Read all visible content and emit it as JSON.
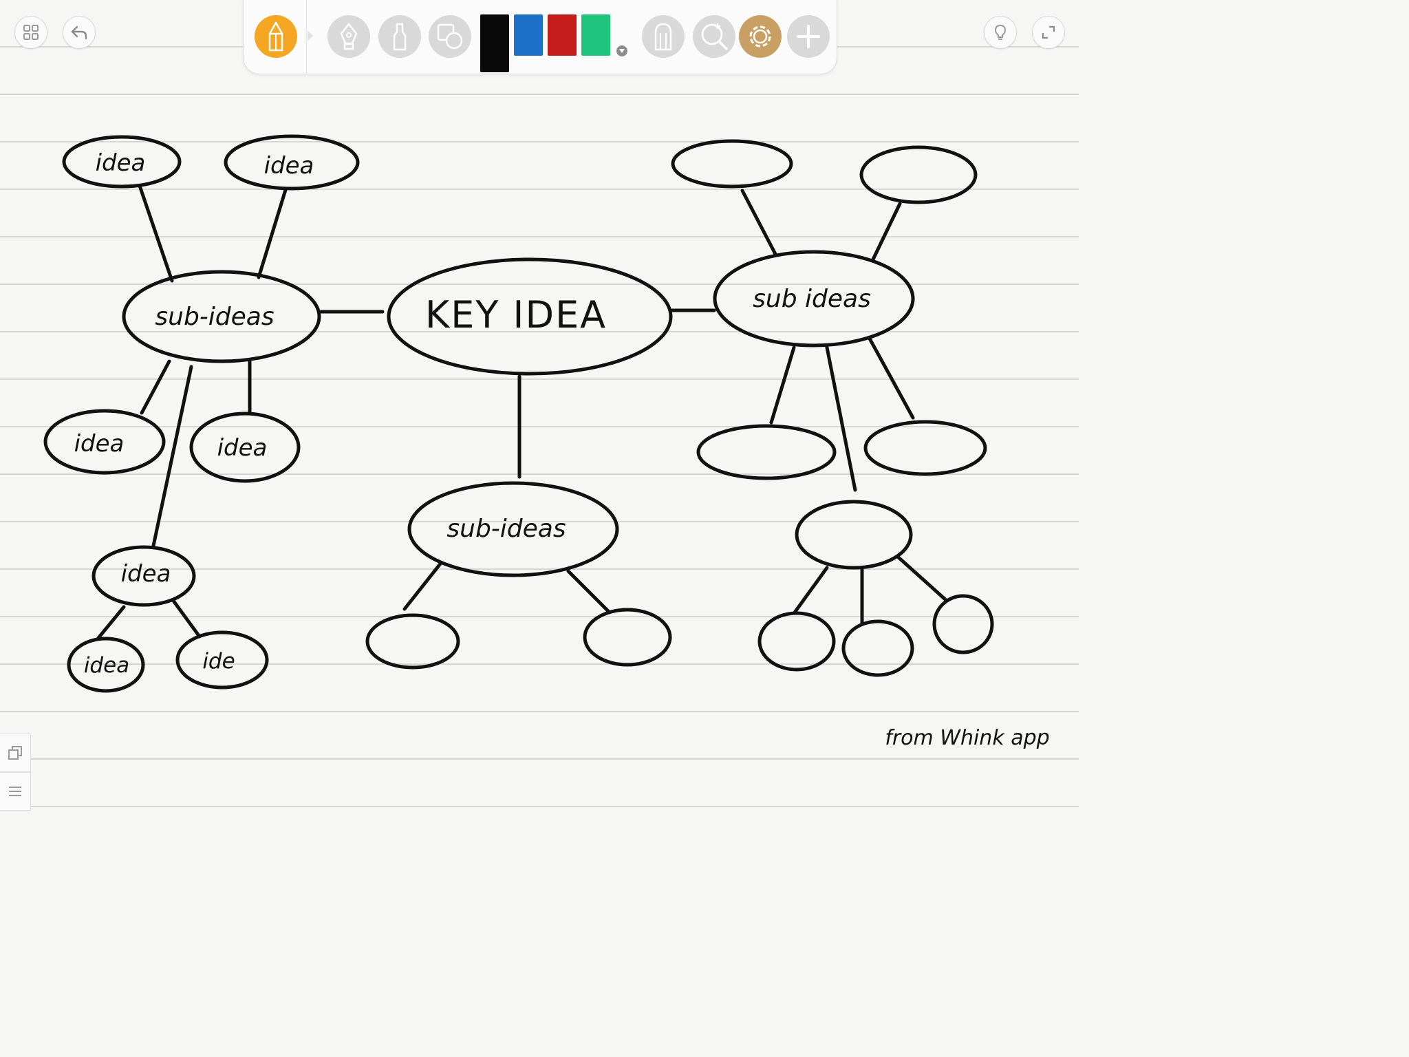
{
  "toolbar": {
    "colors": [
      "#0a0a0a",
      "#1e6fc7",
      "#c51c1c",
      "#1ec47c"
    ],
    "active_tool_color": "#f5a623",
    "lasso_color": "#c9a063",
    "icons": [
      "pencil-icon",
      "pen-icon",
      "highlighter-icon",
      "shapes-icon",
      "eraser-icon",
      "zoom-icon",
      "lasso-icon",
      "add-icon"
    ]
  },
  "map": {
    "key_idea": "KEY IDEA",
    "left_sub": "sub-ideas",
    "right_sub": "sub ideas",
    "bottom_sub": "sub-ideas",
    "left_top1": "idea",
    "left_top2": "idea",
    "left_low1": "idea",
    "left_low2": "idea",
    "left_deep": "idea",
    "left_deep_a": "idea",
    "left_deep_b": "ide"
  },
  "credit": "from Whink app"
}
